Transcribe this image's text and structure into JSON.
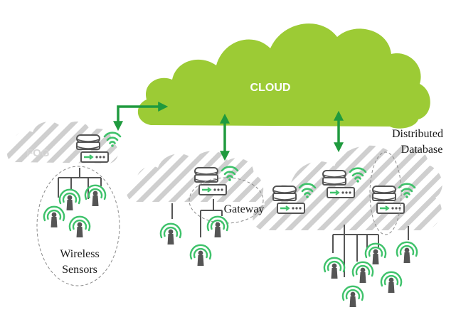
{
  "labels": {
    "cloud": "CLOUD",
    "fog": "FOG",
    "distributed_line1": "Distributed",
    "distributed_line2": "Database",
    "gateway": "Gateway",
    "wireless_line1": "Wireless",
    "wireless_line2": "Sensors"
  },
  "colors": {
    "cloud": "#9ccb35",
    "arrow": "#1f9a3e",
    "fog_stripe": "#cfcfcf",
    "signal": "#3fc26b",
    "device": "#555555"
  },
  "icons": {
    "server": "server-icon",
    "sensor": "wireless-sensor-icon",
    "wifi": "wifi-icon"
  }
}
